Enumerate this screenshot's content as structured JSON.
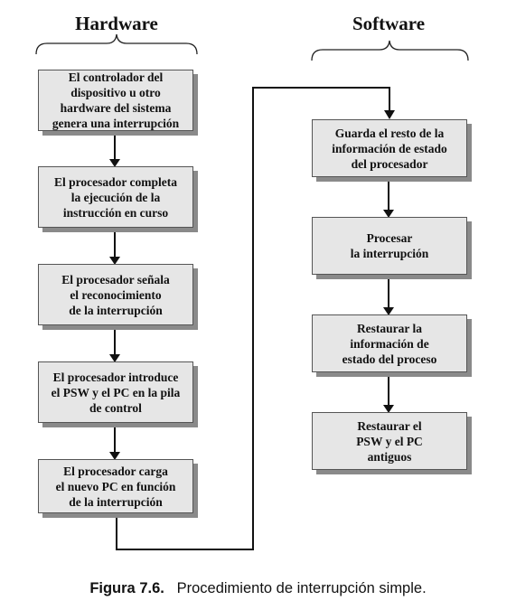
{
  "columns": {
    "hardware": "Hardware",
    "software": "Software"
  },
  "hardware_steps": [
    "El controlador del\ndispositivo u otro\nhardware del sistema\ngenera una interrupción",
    "El procesador completa\nla ejecución de la\ninstrucción en curso",
    "El procesador señala\nel reconocimiento\nde la interrupción",
    "El procesador introduce\nel PSW y el PC en la pila\nde control",
    "El procesador carga\nel nuevo PC en función\nde la interrupción"
  ],
  "software_steps": [
    "Guarda el resto de la\ninformación de estado\ndel procesador",
    "Procesar\nla interrupción",
    "Restaurar la\ninformación de\nestado del proceso",
    "Restaurar el\nPSW y el PC\nantiguos"
  ],
  "caption": {
    "label": "Figura 7.6.",
    "text": "Procedimiento de interrupción simple."
  }
}
